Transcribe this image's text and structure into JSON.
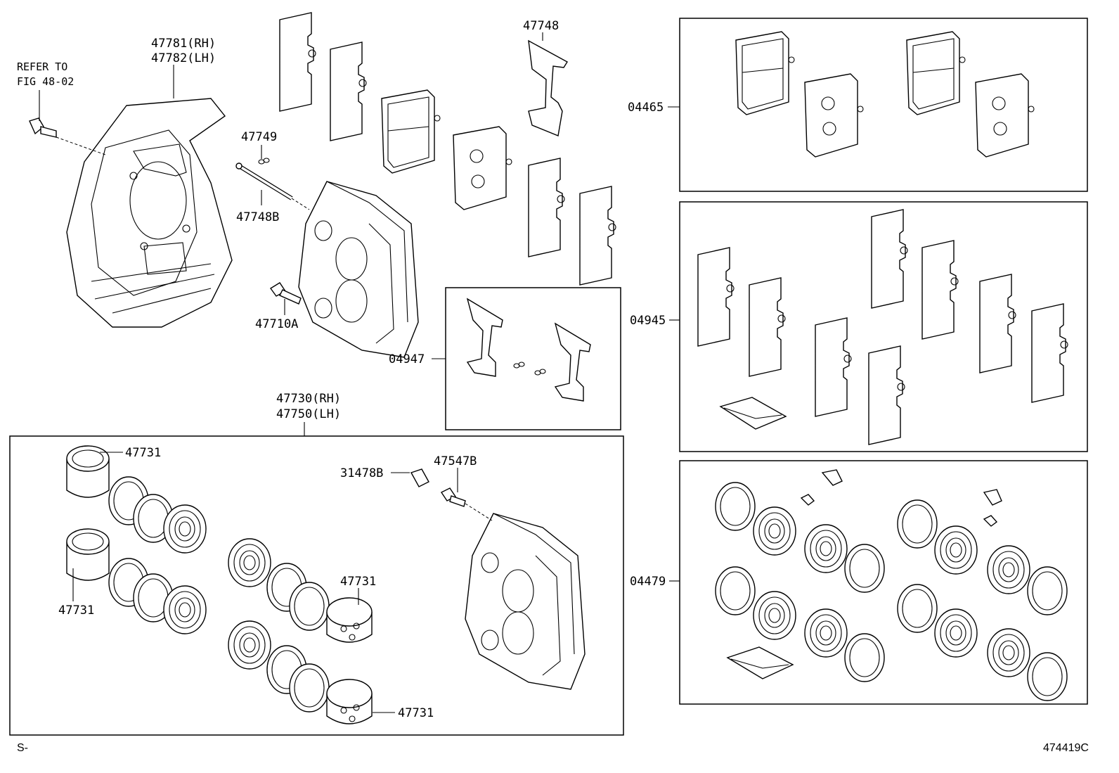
{
  "labels": {
    "refer_line1": "REFER TO",
    "refer_line2": "FIG 48-02",
    "shield_rh": "47781(RH)",
    "shield_lh": "47782(LH)",
    "pin": "47749",
    "pin_b": "47748B",
    "bolt": "47710A",
    "spring_clip": "47748",
    "kit_pad": "04465",
    "kit_shim": "04945",
    "kit_clip": "04947",
    "kit_seal": "04479",
    "caliper_rh": "47730(RH)",
    "caliper_lh": "47750(LH)",
    "piston_1": "47731",
    "piston_2": "47731",
    "piston_3": "47731",
    "piston_4": "47731",
    "cap": "31478B",
    "bleeder": "47547B"
  },
  "footer": {
    "left": "S-",
    "right": "474419C"
  }
}
